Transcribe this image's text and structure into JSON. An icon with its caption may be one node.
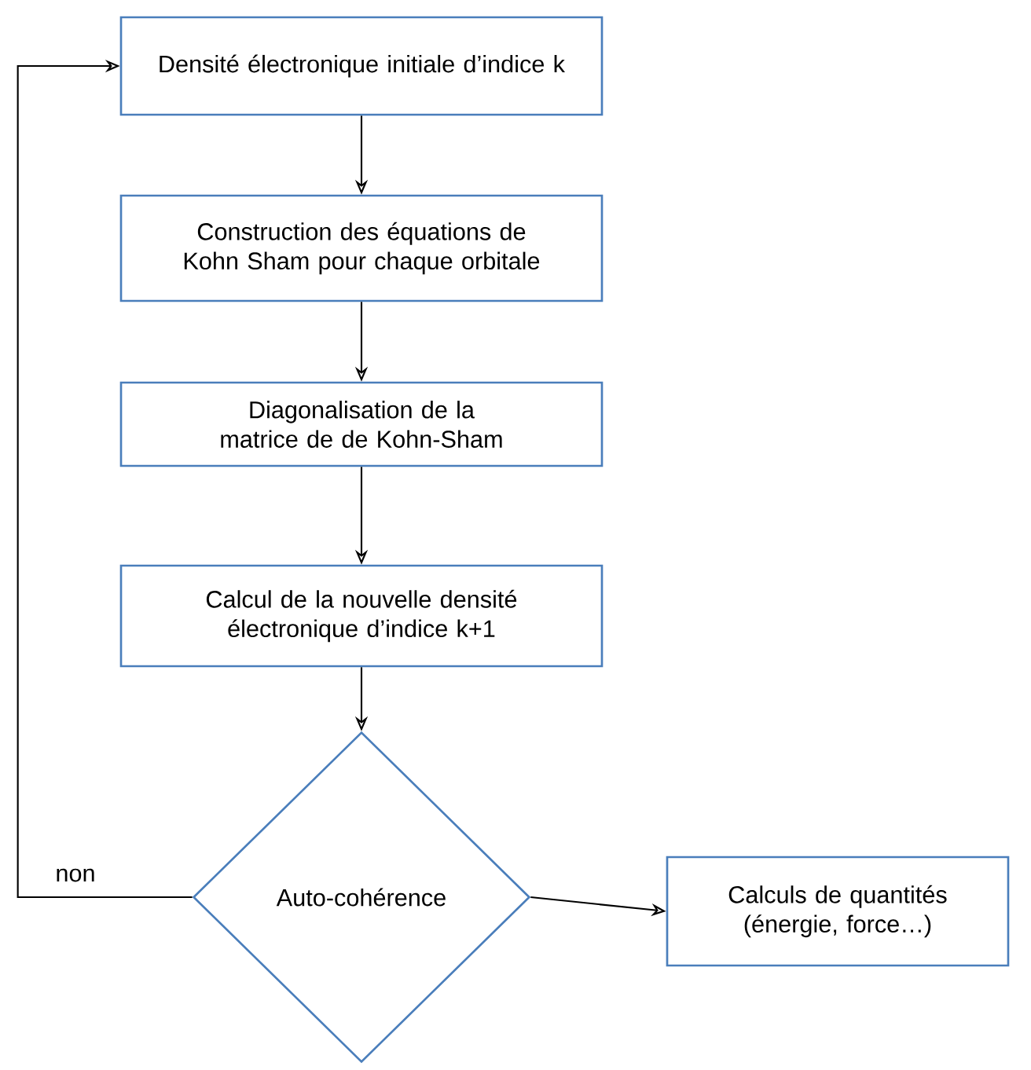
{
  "diagram": {
    "nodes": [
      {
        "text": [
          "Densité électronique initiale d’indice k"
        ]
      },
      {
        "text": [
          "Construction des équations de Kohn Sham pour chaque orbitale"
        ]
      },
      {
        "text": [
          "Diagonalisation de la matrice de de Kohn-Sham"
        ]
      },
      {
        "text": [
          "Calcul de la nouvelle densité électronique d’indice k+1"
        ]
      },
      {
        "text": [
          "Auto-cohérence"
        ]
      },
      {
        "text": [
          "Calculs de quantités (énergie, force…)"
        ]
      }
    ],
    "edges": [
      {
        "from": 0,
        "to": 1,
        "arrow": "to"
      },
      {
        "from": 1,
        "to": 2,
        "arrow": "to"
      },
      {
        "from": 2,
        "to": 3,
        "arrow": "to"
      },
      {
        "from": 3,
        "to": 4,
        "arrow": "to"
      },
      {
        "from": 4,
        "to": 0,
        "arrow": "to",
        "label": "non"
      },
      {
        "from": 4,
        "to": 5,
        "arrow": "to"
      }
    ]
  }
}
